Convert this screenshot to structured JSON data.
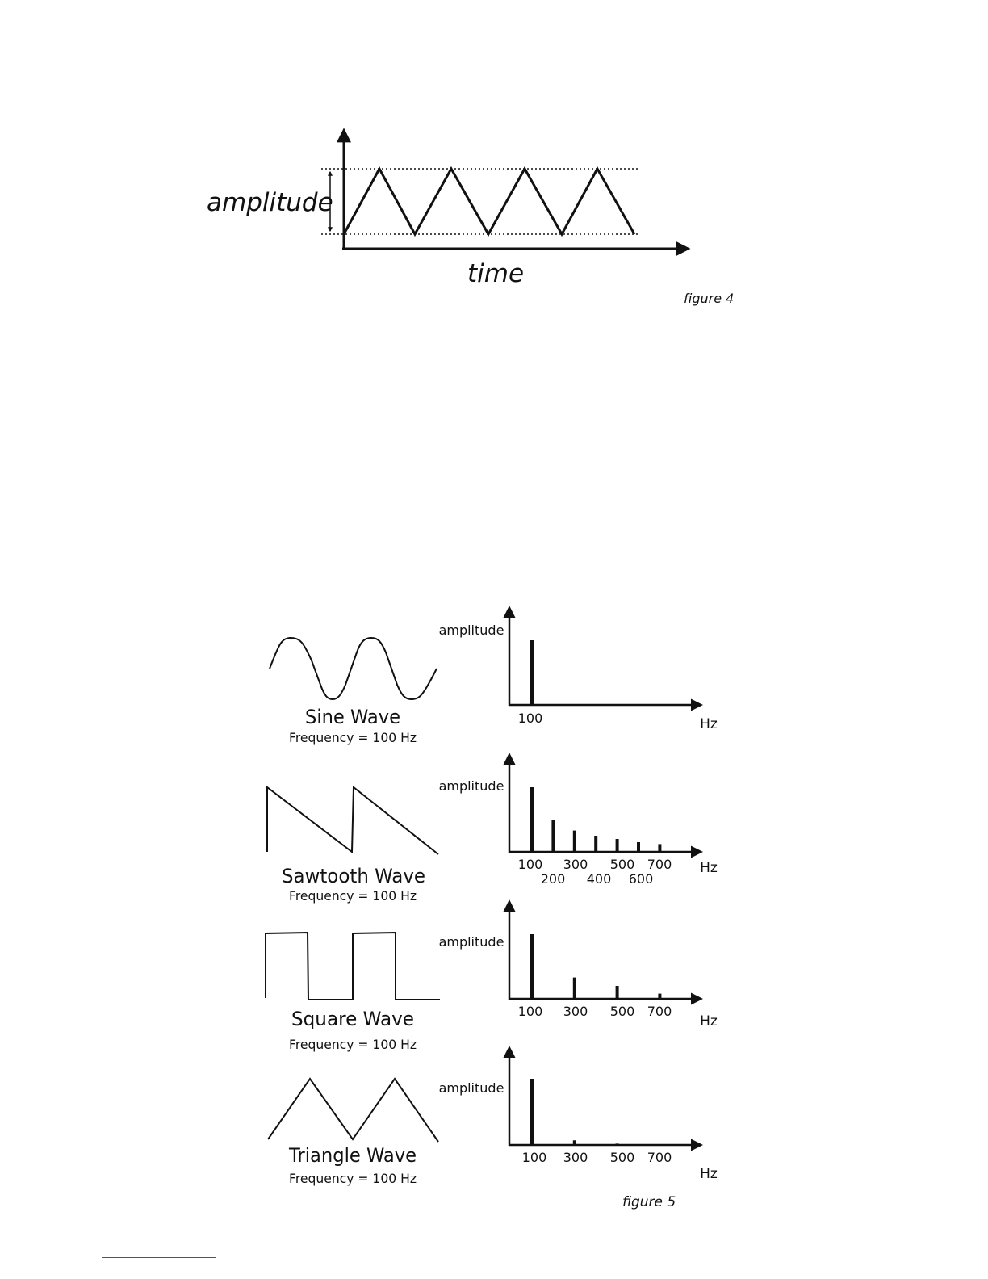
{
  "figure4": {
    "ylabel": "amplitude",
    "xlabel": "time",
    "caption": "figure 4"
  },
  "figure5": {
    "caption": "figure 5",
    "rows": [
      {
        "wave_name": "Sine Wave",
        "frequency_label": "Frequency = 100 Hz",
        "spectrum": {
          "ylabel": "amplitude",
          "xunit": "Hz",
          "tick_labels_row1": [
            "100"
          ],
          "tick_labels_row2": [],
          "bars": [
            {
              "hz": 100,
              "amplitude": 1.0
            }
          ]
        }
      },
      {
        "wave_name": "Sawtooth Wave",
        "frequency_label": "Frequency = 100 Hz",
        "spectrum": {
          "ylabel": "amplitude",
          "xunit": "Hz",
          "tick_labels_row1": [
            "100",
            "300",
            "500",
            "700"
          ],
          "tick_labels_row2": [
            "200",
            "400",
            "600"
          ],
          "bars": [
            {
              "hz": 100,
              "amplitude": 1.0
            },
            {
              "hz": 200,
              "amplitude": 0.5
            },
            {
              "hz": 300,
              "amplitude": 0.33
            },
            {
              "hz": 400,
              "amplitude": 0.25
            },
            {
              "hz": 500,
              "amplitude": 0.2
            },
            {
              "hz": 600,
              "amplitude": 0.15
            },
            {
              "hz": 700,
              "amplitude": 0.12
            }
          ]
        }
      },
      {
        "wave_name": "Square Wave",
        "frequency_label": "Frequency = 100 Hz",
        "spectrum": {
          "ylabel": "amplitude",
          "xunit": "Hz",
          "tick_labels_row1": [
            "100",
            "300",
            "500",
            "700"
          ],
          "tick_labels_row2": [],
          "bars": [
            {
              "hz": 100,
              "amplitude": 1.0
            },
            {
              "hz": 300,
              "amplitude": 0.33
            },
            {
              "hz": 500,
              "amplitude": 0.2
            },
            {
              "hz": 700,
              "amplitude": 0.08
            }
          ]
        }
      },
      {
        "wave_name": "Triangle Wave",
        "frequency_label": "Frequency = 100 Hz",
        "spectrum": {
          "ylabel": "amplitude",
          "xunit": "Hz",
          "tick_labels_row1": [
            "100",
            "300",
            "500",
            "700"
          ],
          "tick_labels_row2": [],
          "bars": [
            {
              "hz": 100,
              "amplitude": 1.0
            },
            {
              "hz": 300,
              "amplitude": 0.07
            },
            {
              "hz": 500,
              "amplitude": 0.02
            }
          ]
        }
      }
    ]
  }
}
